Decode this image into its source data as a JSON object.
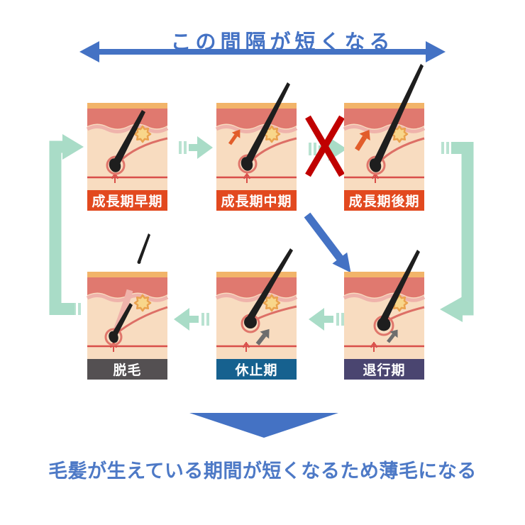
{
  "title": "この間隔が短くなる",
  "caption": "毛髪が生えている期間が短くなるため薄毛になる",
  "colors": {
    "accent_blue": "#4472c4",
    "blocked_x_red": "#c00000",
    "cycle_green": "#a9dcc7",
    "growth_label_bg": "#e2491f",
    "regression_label_bg": "#4a4570",
    "resting_label_bg": "#16618f",
    "shedding_label_bg": "#545052"
  },
  "stages": [
    {
      "id": "growth-early",
      "label": "成長期早期",
      "label_bg": "#e2491f"
    },
    {
      "id": "growth-mid",
      "label": "成長期中期",
      "label_bg": "#e2491f"
    },
    {
      "id": "growth-late",
      "label": "成長期後期",
      "label_bg": "#e2491f"
    },
    {
      "id": "regression",
      "label": "退行期",
      "label_bg": "#4a4570"
    },
    {
      "id": "resting",
      "label": "休止期",
      "label_bg": "#16618f"
    },
    {
      "id": "shedding",
      "label": "脱毛",
      "label_bg": "#545052"
    }
  ]
}
